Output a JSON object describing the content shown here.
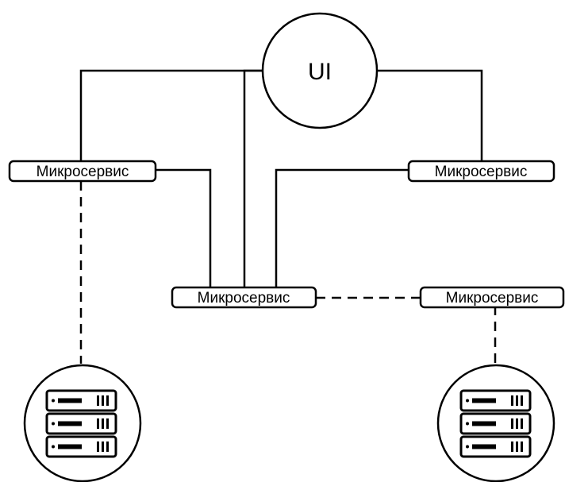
{
  "diagram": {
    "ui_node": {
      "label": "UI"
    },
    "microservices": [
      {
        "label": "Микросервис"
      },
      {
        "label": "Микросервис"
      },
      {
        "label": "Микросервис"
      },
      {
        "label": "Микросервис"
      }
    ],
    "databases": [
      {
        "icon": "server-rack-icon"
      },
      {
        "icon": "server-rack-icon"
      }
    ],
    "colors": {
      "stroke": "#000000",
      "background": "#ffffff"
    }
  }
}
